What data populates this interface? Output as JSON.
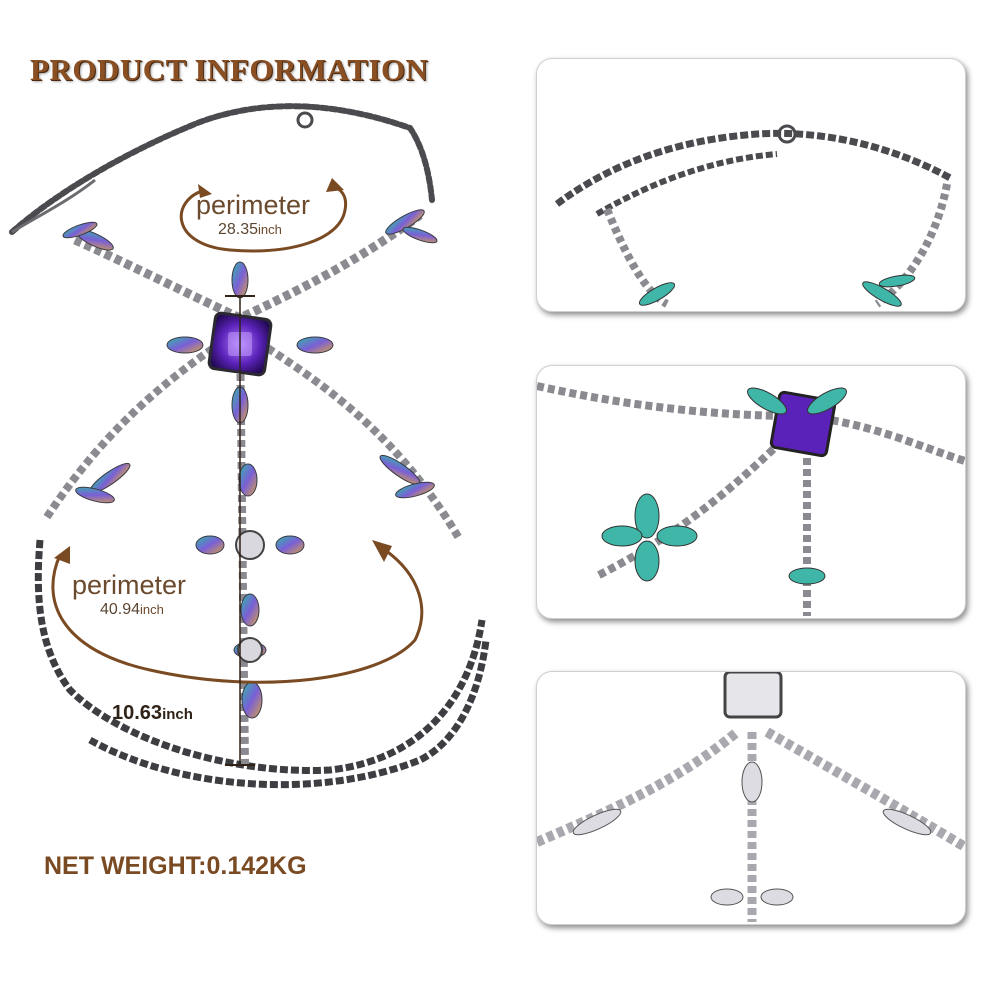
{
  "header": {
    "title": "PRODUCT INFORMATION"
  },
  "measurements": {
    "top_perimeter": {
      "label": "perimeter",
      "value": "28.35",
      "unit": "inch"
    },
    "bottom_perimeter": {
      "label": "perimeter",
      "value": "40.94",
      "unit": "inch"
    },
    "length": {
      "value": "10.63",
      "unit": "inch"
    }
  },
  "footer": {
    "weight": "NET WEIGHT:0.142KG"
  },
  "colors": {
    "title": "#8a4f22",
    "annotation_arrow": "#7a4a22",
    "chain_metal": "#4a4a4f",
    "gem_purple": "#6a2fc4",
    "gem_iridescent": "#3fb6a8",
    "panel_shadow": "#7d7d7d"
  },
  "detail_panels": [
    {
      "name": "clasp-and-neck-chain-closeup"
    },
    {
      "name": "center-gem-and-cross-closeup"
    },
    {
      "name": "clear-crystal-variant-closeup"
    }
  ]
}
